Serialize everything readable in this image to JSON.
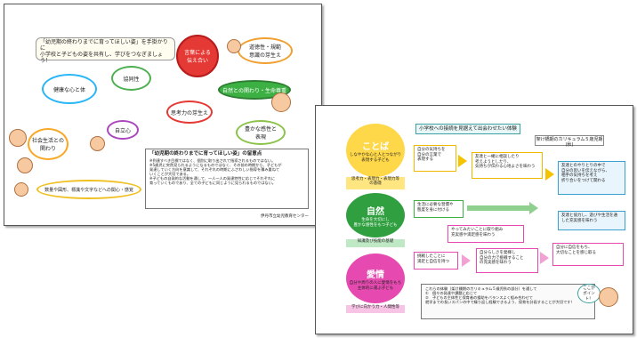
{
  "left": {
    "title": "「幼児期の終わりまでに育ってほしい姿」を手掛かりに\n小学校と子どもの姿を共有し、学びをつなぎましょう！",
    "center": "言葉による\n伝え合い",
    "items": [
      "道徳性・規範\n意識の芽生え",
      "協同性",
      "健康な心と体",
      "自然との関わり・生命尊重",
      "思考力の芽生え",
      "社会生活との\n関わり",
      "自立心",
      "豊かな感性と\n表現",
      "数量や図形、標識や文字などへの関心・感覚"
    ],
    "note_title": "「幼児期の終わりまでに育ってほしい姿」の留意点",
    "note_lines": [
      "※到達すべき目標ではなく、個別に取り出されて指導されるものではない。",
      "※5歳児に突然見られるようになるものではなく、その前の時期から、子どもが",
      "発達していく方向を意識して、それぞれの時期にふさわしい指導を積み重ねて",
      "いくことが大切である。",
      "※子どもの自発的な活動を通して、一人一人の発達特性に応じてそれぞれに",
      "育っていくものであり、全ての子どもに同じように見られるものではない。"
    ],
    "credit": "伊丹市立幼児教育センター"
  },
  "right": {
    "header": "小学校への接続を見据えて出会わせたい体験",
    "curriculum_label": "架け橋期のカリキュラム５歳児期(秋)",
    "sections": [
      {
        "key": "kotoba",
        "title": "ことば",
        "desc": "しなやかな心と人とつながり\n表現する子ども",
        "footer": "思考力・表現力・表現力等\nの基礎"
      },
      {
        "key": "shizen",
        "title": "自然",
        "desc": "生命を大切にし\n豊かな感性をもつ子ども",
        "footer": "知識及び技能の基礎"
      },
      {
        "key": "aijou",
        "title": "愛情",
        "desc": "自分や周りの人に愛情をもち\n主体的に運ぶ子ども",
        "footer": "学びに向かう力・人間性等"
      }
    ],
    "boxes_top": [
      "自分の気持ちを\n自分の言葉で\n表現する",
      "友達と一緒に相談したり\n考えようとしたり、\n気持ちが伝わる心地よさを味わう",
      "友達とのやりとりの中で\n自分の思いを伝えながら、\n相手の気持ちを考え\n折り合いをつけて関わる"
    ],
    "boxes_mid": [
      "生活に必要な習慣や\n態度を身に付ける",
      "友達と協力し、遊びや生活を通\nした充実感を味わう"
    ],
    "boxes_pink": [
      "やってみたいことに取り組み\n充実感や満足感を味わう",
      "挑戦したことに\n満足と自信を持つ",
      "自分らしさを発揮し\n自分の力で挑戦すること\nの充実感を味わう",
      "自分に自信をもち、\n大切なことを感じ取る"
    ],
    "bottom_lines": [
      "これらの体験（架け橋期のカリキュラム５歳児秋の部分）を通して",
      "①　個々の発達や課題に応じて",
      "②　子どもの主体性と保育者の援助をバランスよく組み合わせて",
      "就学までの長いスパンの中で繰り返し経験できるよう、保育を計画することが大切です！"
    ],
    "point": "ここが\nポイント！"
  },
  "colors": {
    "yellow": "#ffd84a",
    "green": "#2f9f3f",
    "pink": "#e64ab0",
    "teal": "#3ea0a0"
  }
}
